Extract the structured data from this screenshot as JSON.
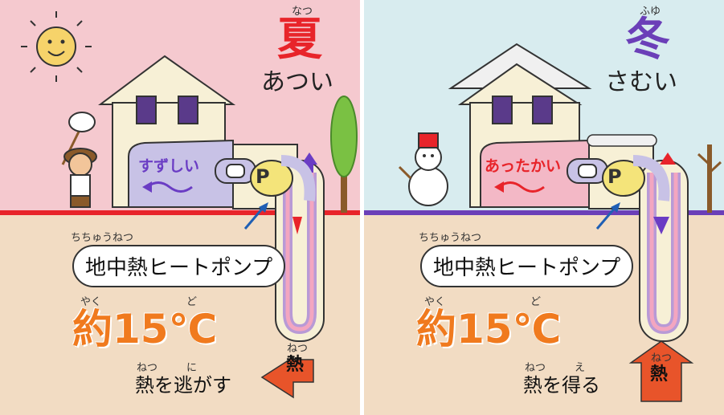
{
  "summer": {
    "season_ruby": "なつ",
    "season": "夏",
    "season_color": "#e8242a",
    "feel": "あつい",
    "room_text": "すずしい",
    "room_text_color": "#6a3cc4",
    "pump_ruby": "ちちゅうねつ",
    "pump_label": "地中熱ヒートポンプ",
    "temp_ruby_1": "やく",
    "temp_ruby_2": "ど",
    "temp": "約15℃",
    "heat_ruby": "ねつ",
    "heat_char": "熱",
    "result_ruby_1": "ねつ",
    "result_ruby_2": "に",
    "result": "熱を逃がす",
    "pump_letter": "P"
  },
  "winter": {
    "season_ruby": "ふゆ",
    "season": "冬",
    "season_color": "#6b3fb8",
    "feel": "さむい",
    "room_text": "あったかい",
    "room_text_color": "#e8242a",
    "pump_ruby": "ちちゅうねつ",
    "pump_label": "地中熱ヒートポンプ",
    "temp_ruby_1": "やく",
    "temp_ruby_2": "ど",
    "temp": "約15℃",
    "heat_ruby": "ねつ",
    "heat_char": "熱",
    "result_ruby_1": "ねつ",
    "result_ruby_2": "え",
    "result": "熱を得る",
    "pump_letter": "P"
  },
  "colors": {
    "summer_sky": "#f5c9cf",
    "winter_sky": "#d8ecef",
    "ground": "#f2dcc3",
    "temp_orange": "#f07a1e",
    "heat_arrow": "#e8542a"
  }
}
